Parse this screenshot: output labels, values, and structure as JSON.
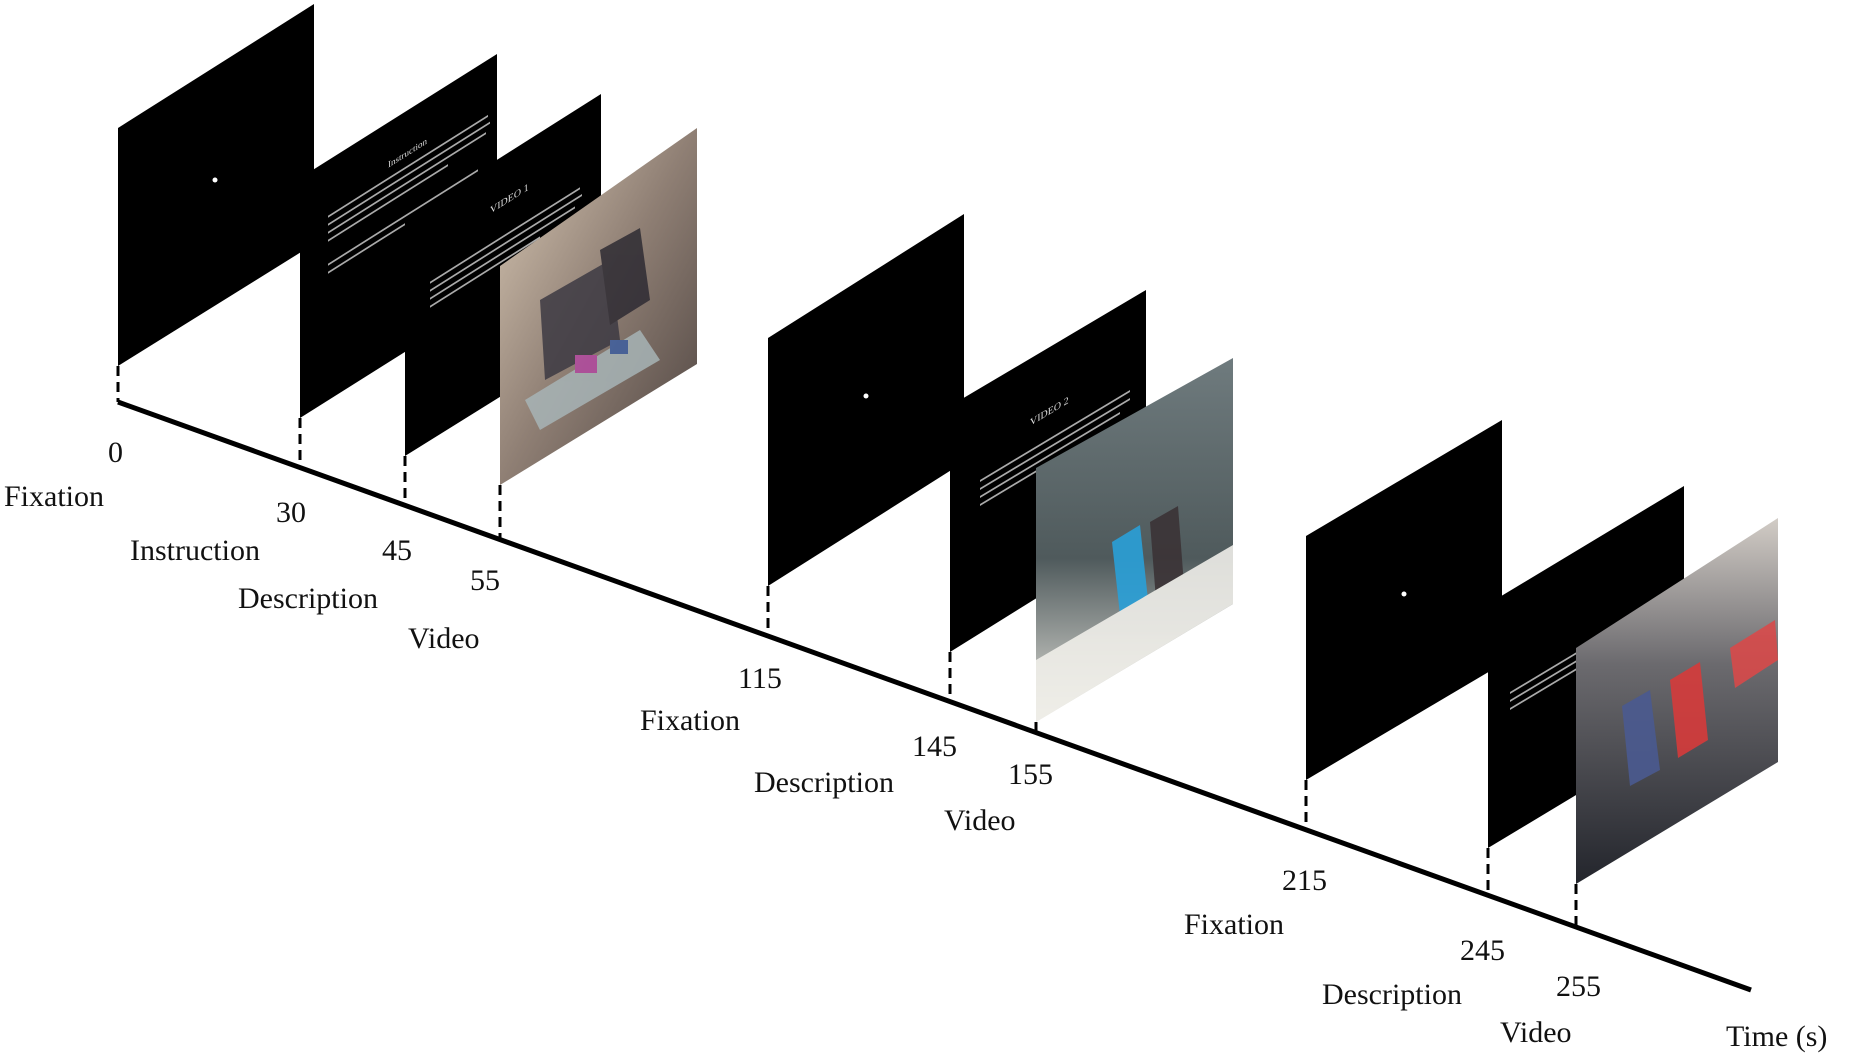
{
  "axis": {
    "label": "Time (s)"
  },
  "events": [
    {
      "time": "0",
      "label": "Fixation",
      "screen": "fixation"
    },
    {
      "time": "30",
      "label": "Instruction",
      "screen": "text"
    },
    {
      "time": "45",
      "label": "Description",
      "screen": "text"
    },
    {
      "time": "55",
      "label": "Video",
      "screen": "video"
    },
    {
      "time": "115",
      "label": "Fixation",
      "screen": "fixation"
    },
    {
      "time": "145",
      "label": "Description",
      "screen": "text"
    },
    {
      "time": "155",
      "label": "Video",
      "screen": "video"
    },
    {
      "time": "215",
      "label": "Fixation",
      "screen": "fixation"
    },
    {
      "time": "245",
      "label": "Description",
      "screen": "text"
    },
    {
      "time": "255",
      "label": "Video",
      "screen": "video"
    }
  ],
  "screen_headings": {
    "instruction": "Instruction",
    "description_1": "VIDEO 1",
    "description_2": "VIDEO 2"
  },
  "colors": {
    "screen": "#000000",
    "axis": "#000000",
    "video_1": [
      "#cbbba8",
      "#8f7f74",
      "#4c423f"
    ],
    "video_2": [
      "#7d8a8c",
      "#4f5a5c",
      "#dcdad3"
    ],
    "video_3": [
      "#c9c3bd",
      "#3b3d43",
      "#22242b"
    ]
  }
}
